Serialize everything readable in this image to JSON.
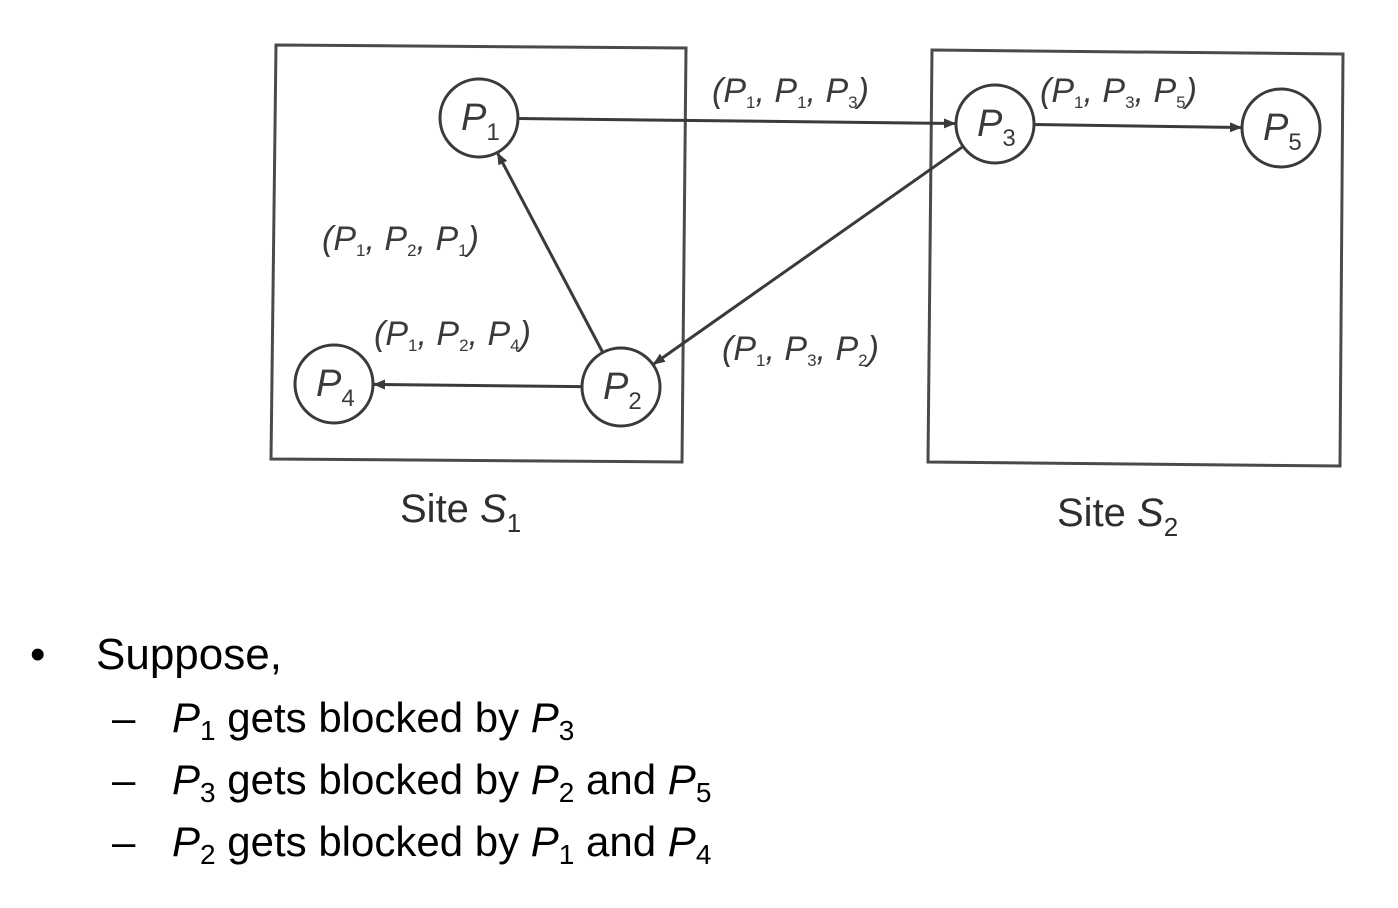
{
  "diagram": {
    "sites": [
      {
        "id": "s1",
        "label": "Site ",
        "var": "S",
        "sub": "1"
      },
      {
        "id": "s2",
        "label": "Site ",
        "var": "S",
        "sub": "2"
      }
    ],
    "nodes": [
      {
        "id": "P1",
        "var": "P",
        "sub": "1"
      },
      {
        "id": "P2",
        "var": "P",
        "sub": "2"
      },
      {
        "id": "P3",
        "var": "P",
        "sub": "3"
      },
      {
        "id": "P4",
        "var": "P",
        "sub": "4"
      },
      {
        "id": "P5",
        "var": "P",
        "sub": "5"
      }
    ],
    "edges": [
      {
        "from": "P1",
        "to": "P3",
        "label": [
          "1",
          "1",
          "3"
        ]
      },
      {
        "from": "P3",
        "to": "P5",
        "label": [
          "1",
          "3",
          "5"
        ]
      },
      {
        "from": "P2",
        "to": "P1",
        "label": [
          "1",
          "2",
          "1"
        ]
      },
      {
        "from": "P2",
        "to": "P4",
        "label": [
          "1",
          "2",
          "4"
        ]
      },
      {
        "from": "P3",
        "to": "P2",
        "label": [
          "1",
          "3",
          "2"
        ]
      }
    ]
  },
  "bullets": {
    "heading": "Suppose,",
    "bullet_symbol": "•",
    "dash_symbol": "–",
    "items": [
      {
        "a": {
          "var": "P",
          "sub": "1"
        },
        "text1": " gets blocked by ",
        "b": {
          "var": "P",
          "sub": "3"
        },
        "text2": "",
        "c": null
      },
      {
        "a": {
          "var": "P",
          "sub": "3"
        },
        "text1": " gets blocked by ",
        "b": {
          "var": "P",
          "sub": "2"
        },
        "text2": " and ",
        "c": {
          "var": "P",
          "sub": "5"
        }
      },
      {
        "a": {
          "var": "P",
          "sub": "2"
        },
        "text1": " gets blocked by ",
        "b": {
          "var": "P",
          "sub": "1"
        },
        "text2": " and ",
        "c": {
          "var": "P",
          "sub": "4"
        }
      }
    ]
  }
}
